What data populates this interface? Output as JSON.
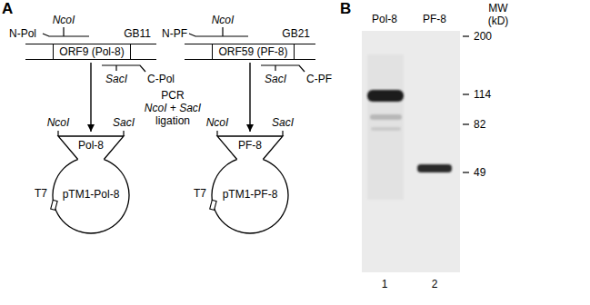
{
  "diagram": {
    "nodes": [
      {
        "text": [
          "GB11"
        ]
      },
      {
        "text": [
          "ORF9 (Pol-8)"
        ],
        "in": 0
      },
      {
        "text": [
          "GB21"
        ]
      },
      {
        "text": [
          "ORF59 (PF-8)"
        ],
        "in": 2
      },
      {
        "text": [
          "pTM1-Pol-8"
        ]
      },
      {
        "text": [
          "pTM1-PF-8"
        ]
      }
    ],
    "edges": [
      {
        "from": 0,
        "to": 4,
        "arrow": "to"
      },
      {
        "from": 2,
        "to": 5,
        "arrow": "to"
      }
    ],
    "labels": [
      "A",
      "N-Pol",
      "NcoI",
      "SacI",
      "C-Pol",
      "N-PF",
      "NcoI",
      "SacI",
      "C-PF",
      "PCR",
      "NcoI + SacI",
      "ligation",
      "NcoI",
      "Pol-8",
      "SacI",
      "T7",
      "NcoI",
      "PF-8",
      "SacI",
      "T7",
      "B",
      "Pol-8",
      "PF-8",
      "MW (kD)",
      "200",
      "114",
      "82",
      "49",
      "1",
      "2"
    ]
  }
}
